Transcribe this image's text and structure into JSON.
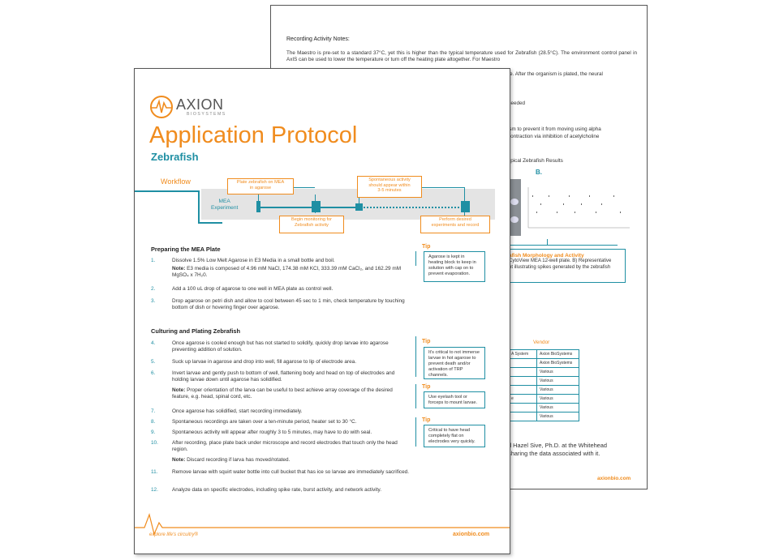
{
  "back_page": {
    "notes_title": "Recording Activity Notes:",
    "notes_para": "The Maestro is pre-set to a standard 37°C, yet this is higher than the typical temperature used for Zebrafish (28.5°C). The environment control panel in AxIS can be used to lower the temperature or turn off the heating plate altogether. For Maestro",
    "notes_line3_end": "re.  After the organism is plated, the neural",
    "fragment_needed": "needed",
    "fragment_ism": "ism to prevent it from moving using alpha",
    "fragment_contraction": "contraction via inhibition of acetylcholine",
    "results_title": "ypical Zebrafish Results",
    "panel_b": "B.",
    "caption_title": "afish Morphology and Activity",
    "caption_l1": "CytoView MEA 12-well plate. B) Representative",
    "caption_l2": "ot illustrating spikes generated by the zebrafish",
    "vendor_header": "Vendor",
    "vendor_rows": [
      {
        "left": "A System",
        "vendor": "Axion BioSystems"
      },
      {
        "left": "",
        "vendor": "Axion BioSystems"
      },
      {
        "left": "",
        "vendor": "Various"
      },
      {
        "left": "",
        "vendor": "Various"
      },
      {
        "left": "",
        "vendor": "Various"
      },
      {
        "left": "e",
        "vendor": "Various"
      },
      {
        "left": "",
        "vendor": "Various"
      },
      {
        "left": "",
        "vendor": "Various"
      }
    ],
    "ack_l1": "d Hazel Sive, Ph.D. at the Whitehead",
    "ack_l2": "sharing the data associated with it.",
    "url": "axionbio.com"
  },
  "front_page": {
    "logo_name": "AXION",
    "logo_sub": "BIOSYSTEMS",
    "title": "Application Protocol",
    "subtitle": "Zebrafish",
    "workflow_label": "Workflow",
    "mea_label": "MEA\nExperiment",
    "wf_plate": "Plate zebrafish on MEA\nin agarose",
    "wf_spont": "Spontaneous activity\nshould appear within\n3-5 minutes",
    "wf_begin": "Begin monitoring for\nZebrafish activity",
    "wf_perform": "Perform desired\nexperiments and record",
    "sec1_title": "Preparing the MEA Plate",
    "s1_1": "Dissolve 1.5% Low Melt Agarose in E3 Media in a small bottle and boil.",
    "s1_note_label": "Note:",
    "s1_note": " E3 media is composed of 4.96 mM NaCl, 174.38 mM KCl, 333.39 mM CaCl₂, and 162.29 mM MgSO₄ x 7H₂0.",
    "s1_2": "Add a 100 uL drop of agarose to one well in MEA plate as control well.",
    "s1_3": "Drop agarose on petri dish and allow to cool between 45 sec to 1 min, check temperature by touching bottom of dish or hovering finger over agarose.",
    "sec2_title": "Culturing and Plating Zebrafish",
    "s2_4": "Once agarose is cooled enough but has not started to solidify, quickly drop larvae into agarose preventing addition of solution.",
    "s2_5": "Suck up larvae in agarose and drop into well, fill agarose to lip of electrode area.",
    "s2_6": "Invert larvae and gently push to bottom of well, flattening body and head on top of electrodes and holding larvae down until agarose has solidified.",
    "s2_6_note_label": "Note:",
    "s2_6_note": " Proper orientation of the larva can be useful to best achieve array coverage of the desired feature, e.g. head, spinal cord, etc.",
    "s2_7": "Once agarose has solidified, start recording immediately.",
    "s2_8": "Spontaneous recordings are taken over a ten-minute period, heater set to 30 °C.",
    "s2_9": "Spontaneous activity will appear after roughly 3 to 5 minutes, may have to do with seal.",
    "s2_10": "After recording, place plate back under microscope and record electrodes that touch only the head region.",
    "s2_10_note_label": "Note:",
    "s2_10_note": " Discard recording if larva has moved/rotated.",
    "s2_11": "Remove larvae with squirt water bottle into cull bucket that has ice so larvae are immediately sacrificed.",
    "s2_12": "Analyze data on specific electrodes, including spike rate, burst activity, and network activity.",
    "tip_label": "Tip",
    "tip1": "Agarose is kept in heating block to keep in solution with cap on to prevent evaporation.",
    "tip2": "It's critical to not immerse larvae in hot agarose to prevent death and/or activation of TRP channels.",
    "tip3": "Use eyelash tool or forceps to mount larvae.",
    "tip4": "Critical to have head completely flat on electrodes very quickly.",
    "tagline": "explore life's circuitry®",
    "url": "axionbio.com"
  },
  "colors": {
    "orange": "#f08c1e",
    "teal": "#1f8fa3",
    "border": "#555555"
  }
}
